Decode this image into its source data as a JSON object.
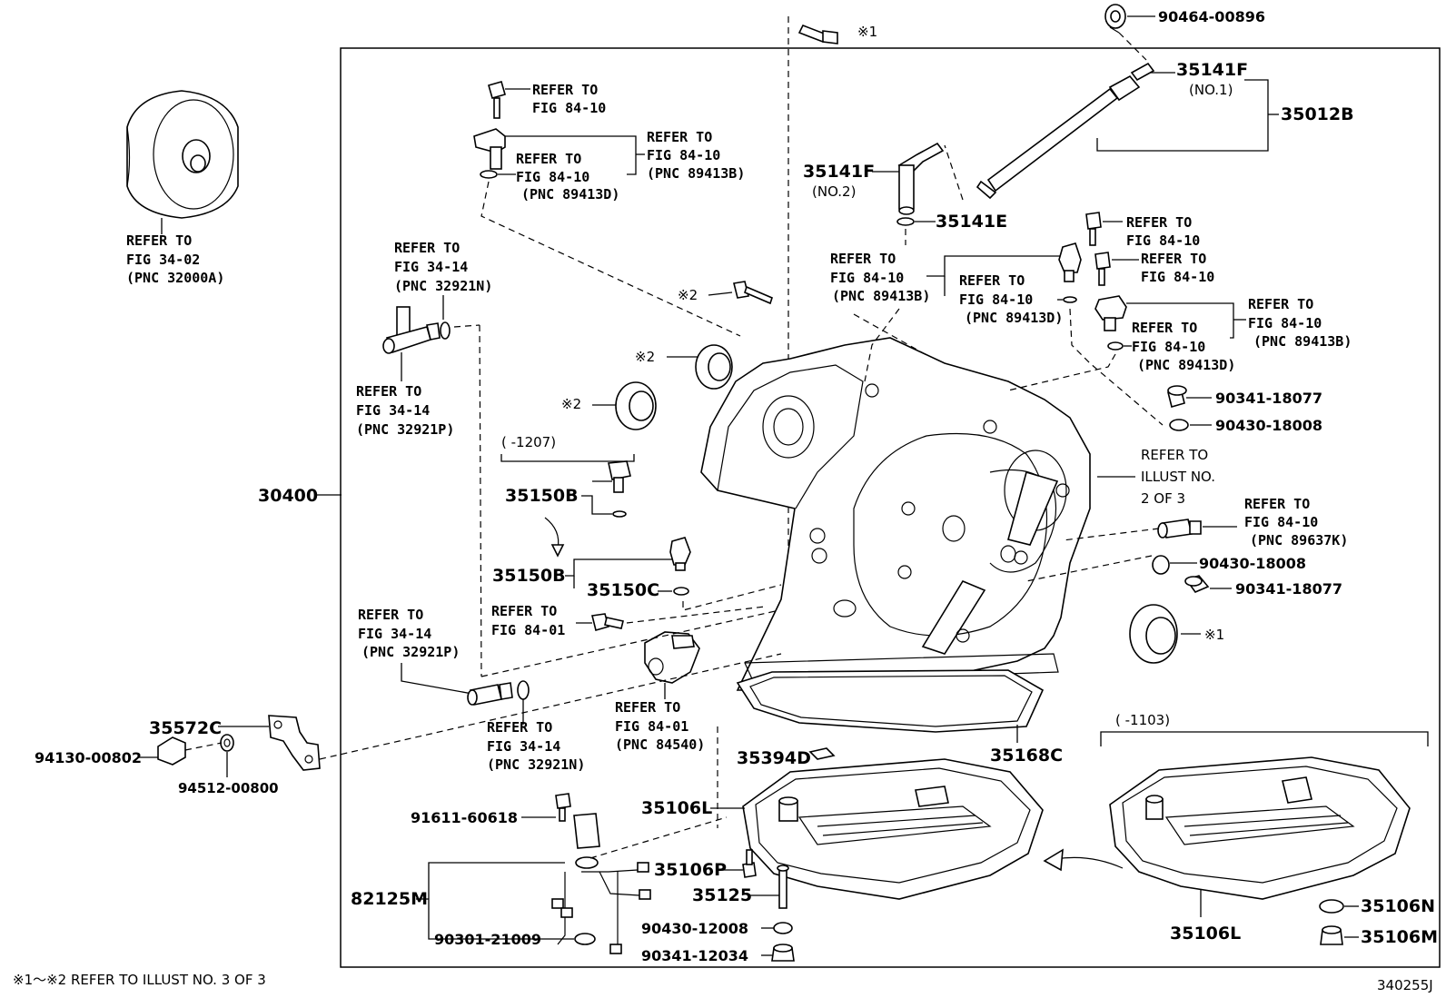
{
  "diagram_code": "340255J",
  "footnote": "※1～※2 REFER TO ILLUST NO. 3 OF 3",
  "ref_illust": [
    "REFER TO",
    "ILLUST NO.",
    "2 OF 3"
  ],
  "markers": {
    "m1": "※1",
    "m2": "※2"
  },
  "parts": {
    "p30400": "30400",
    "p90464": "90464-00896",
    "p35141F": "35141F",
    "p35141F_no1": "(NO.1)",
    "p35012B": "35012B",
    "p35141F_no2": "(NO.2)",
    "p35141E": "35141E",
    "p90341_18077": "90341-18077",
    "p90430_18008": "90430-18008",
    "p35150B": "35150B",
    "p35150C": "35150C",
    "range_1207": "(      -1207)",
    "range_1103": "(      -1103)",
    "p35572C": "35572C",
    "p94130": "94130-00802",
    "p94512": "94512-00800",
    "p35394D": "35394D",
    "p35168C": "35168C",
    "p35106L": "35106L",
    "p91611": "91611-60618",
    "p82125M": "82125M",
    "p35106P": "35106P",
    "p35125": "35125",
    "p90301": "90301-21009",
    "p90430_12008": "90430-12008",
    "p90341_12034": "90341-12034",
    "p35106N": "35106N",
    "p35106M": "35106M"
  },
  "refs": {
    "r_tc": [
      "REFER TO",
      "FIG 34-02",
      "(PNC 32000A)"
    ],
    "r_top_bolt": [
      "REFER TO",
      "FIG 84-10"
    ],
    "r_top_sensor": [
      "REFER TO",
      "FIG 84-10",
      "(PNC 89413B)"
    ],
    "r_top_oring": [
      "REFER TO",
      "FIG 84-10",
      "(PNC 89413D)"
    ],
    "r_hose_top": [
      "REFER TO",
      "FIG 34-14",
      "(PNC 32921N)"
    ],
    "r_hose_mid": [
      "REFER TO",
      "FIG 34-14",
      "(PNC 32921P)"
    ],
    "r_mid_sensor": [
      "REFER TO",
      "FIG 84-10",
      "(PNC 89413B)"
    ],
    "r_mid_oring": [
      "REFER TO",
      "FIG 84-10",
      "(PNC 89413D)"
    ],
    "r_right_bolt1": [
      "REFER TO",
      "FIG 84-10"
    ],
    "r_right_bolt2": [
      "REFER TO",
      "FIG 84-10"
    ],
    "r_right_sensor": [
      "REFER TO",
      "FIG 84-10",
      "(PNC 89413B)"
    ],
    "r_right_oring": [
      "REFER TO",
      "FIG 84-10",
      "(PNC 89413D)"
    ],
    "r_speed": [
      "REFER TO",
      "FIG 84-10",
      "(PNC 89637K)"
    ],
    "r_nss_bolt": [
      "REFER TO",
      "FIG 84-01"
    ],
    "r_nss": [
      "REFER TO",
      "FIG 84-01",
      "(PNC 84540)"
    ],
    "r_hose_low": [
      "REFER TO",
      "FIG 34-14",
      "(PNC 32921P)"
    ],
    "r_hose_low_oring": [
      "REFER TO",
      "FIG 34-14",
      "(PNC 32921N)"
    ]
  }
}
